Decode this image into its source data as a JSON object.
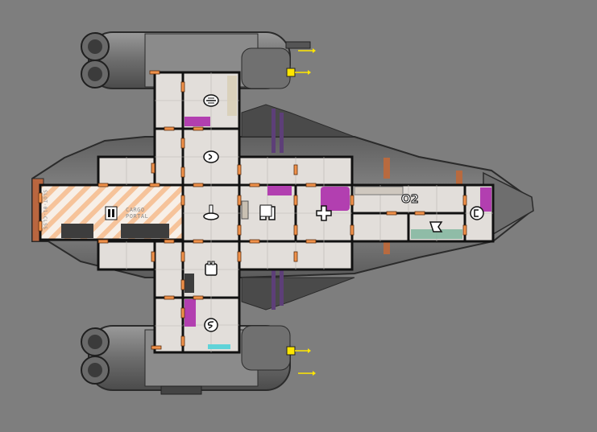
{
  "ship": {
    "hull_color": "#8c8c8c",
    "floor_color": "#e2deda",
    "wall_color": "#111111",
    "door_color": "#f0914a",
    "accent_purple": "#b23fb0",
    "cargo_stripe": "#f6c39a"
  },
  "cargo": {
    "label_line1": "CARGO",
    "label_line2": "PORTAL",
    "side_tag": "SLOT·01-CLSS"
  },
  "systems": [
    {
      "name": "shields",
      "icon": "shield-system-icon"
    },
    {
      "name": "engines",
      "icon": "engine-system-icon"
    },
    {
      "name": "piloting",
      "icon": "piloting-system-icon"
    },
    {
      "name": "doors",
      "icon": "doors-system-icon"
    },
    {
      "name": "weapons",
      "icon": "weapons-system-icon"
    },
    {
      "name": "medbay",
      "icon": "medbay-system-icon"
    },
    {
      "name": "oxygen",
      "icon": "oxygen-system-icon",
      "text": "O2"
    },
    {
      "name": "sensors",
      "icon": "sensors-system-icon"
    },
    {
      "name": "drone-control",
      "icon": "drones-system-icon"
    },
    {
      "name": "backup-battery",
      "icon": "battery-system-icon"
    },
    {
      "name": "cargo-pause",
      "icon": "cargo-pause-icon"
    }
  ],
  "weapon_mounts": [
    {
      "id": "mount-1",
      "marker": "mount-arrow-icon"
    },
    {
      "id": "mount-2",
      "marker": "mount-arrow-icon"
    },
    {
      "id": "mount-3",
      "marker": "mount-arrow-icon"
    },
    {
      "id": "mount-4",
      "marker": "mount-arrow-icon"
    }
  ]
}
